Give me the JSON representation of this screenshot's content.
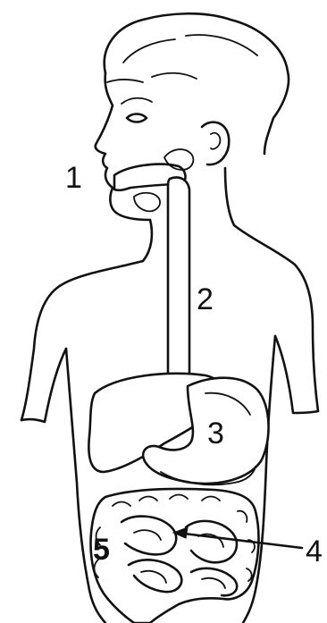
{
  "labels": {
    "mouth": "1",
    "esophagus": "2",
    "stomach": "3",
    "small_intestine": "4",
    "large_intestine": "5"
  }
}
